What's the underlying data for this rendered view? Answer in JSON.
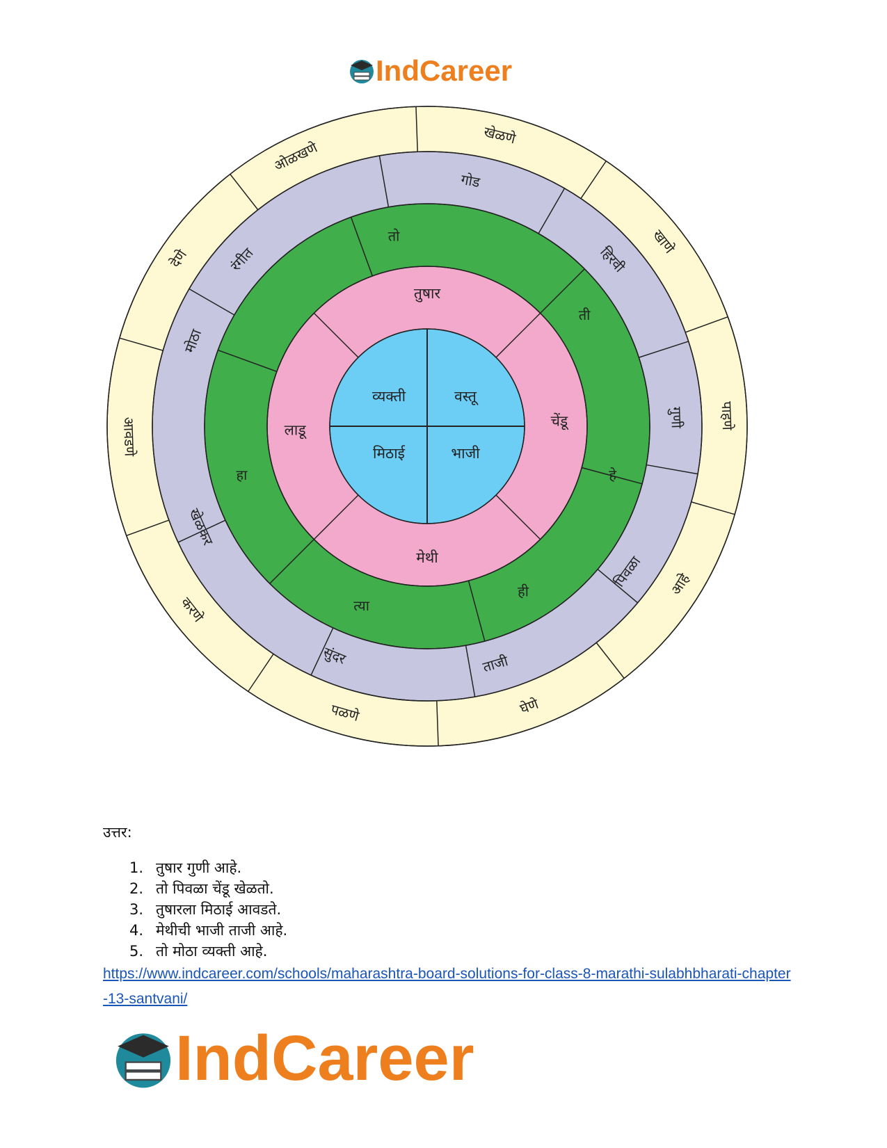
{
  "header": {
    "logo_text": "IndCareer",
    "logo_icon": "graduation-cap-book-icon",
    "brand_color": "#ee7f1e"
  },
  "wheel": {
    "center": [
      "व्यक्ती",
      "वस्तू",
      "भाजी",
      "मिठाई"
    ],
    "pink": [
      "तुषार",
      "चेंडू",
      "मेथी",
      "लाडू"
    ],
    "green": [
      "तो",
      "ती",
      "हे",
      "ही",
      "त्या",
      "हा"
    ],
    "lavender": [
      "रंगीत",
      "गोड",
      "हिरवी",
      "गुणी",
      "पिवळा",
      "ताजी",
      "सुंदर",
      "खेळकर",
      "मोठा"
    ],
    "outer": [
      "ओळखणे",
      "खेळणे",
      "खाणे",
      "पाहणे",
      "आहे",
      "घेणे",
      "पळणे",
      "करणे",
      "आवडणे",
      "देणे"
    ],
    "colors": {
      "center": "#6ccdf5",
      "pink": "#f2a9cb",
      "green": "#40ae4a",
      "lavender": "#c6c6e0",
      "outer": "#fef9d2"
    }
  },
  "answer_label": "उत्तर:",
  "answers": [
    {
      "num": "1.",
      "text": "तुषार गुणी आहे."
    },
    {
      "num": "2.",
      "text": "तो पिवळा चेंडू खेळतो."
    },
    {
      "num": "3.",
      "text": "तुषारला मिठाई आवडते."
    },
    {
      "num": "4.",
      "text": "मेथीची भाजी ताजी आहे."
    },
    {
      "num": "5.",
      "text": "तो मोठा व्यक्ती आहे."
    }
  ],
  "link": "https://www.indcareer.com/schools/maharashtra-board-solutions-for-class-8-marathi-sulabhbharati-chapter-13-santvani/",
  "footer": {
    "logo_text": "IndCareer",
    "logo_icon": "graduation-cap-book-icon"
  }
}
